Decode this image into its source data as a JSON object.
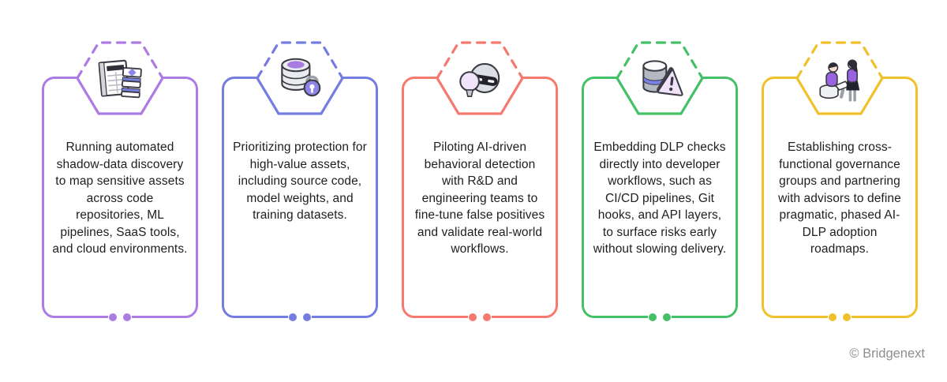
{
  "page": {
    "background": "#ffffff"
  },
  "colors": {
    "text": "#1d1e20",
    "copyright_gray": "#8e8e8e"
  },
  "cards": [
    {
      "id": "shadow-data-discovery",
      "color": "#ac7be4",
      "icon": "data-discovery-icon",
      "text": "Running automated shadow-data discovery to map sensitive assets across code repositories, ML pipelines, SaaS tools, and cloud environments."
    },
    {
      "id": "high-value-asset-protection",
      "color": "#767de0",
      "icon": "database-lock-icon",
      "text": "Prioritizing protection for high-value assets, including source code, model weights, and training datasets."
    },
    {
      "id": "ai-behavioral-detection",
      "color": "#f5796f",
      "icon": "robot-lightbulb-icon",
      "text": "Piloting AI-driven behavioral detection with R&D and engineering teams to fine-tune false positives and validate real-world workflows."
    },
    {
      "id": "dlp-developer-workflows",
      "color": "#44c167",
      "icon": "database-warning-icon",
      "text": "Embedding DLP checks directly into developer workflows, such as CI/CD pipelines, Git hooks, and API layers, to surface risks early without slowing delivery."
    },
    {
      "id": "governance-roadmaps",
      "color": "#f0c12c",
      "icon": "people-collaboration-icon",
      "text": "Establishing cross-functional governance groups and partnering with advisors to define pragmatic, phased AI-DLP adoption roadmaps."
    }
  ],
  "footer": {
    "copyright": "© Bridgenext"
  }
}
